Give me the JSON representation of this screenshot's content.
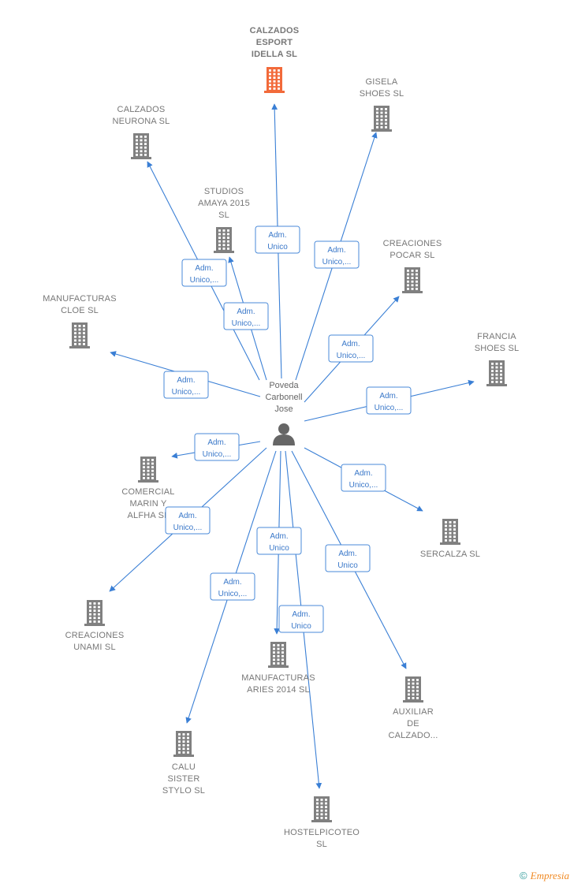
{
  "colors": {
    "building": "#808080",
    "building_highlight": "#f26a3a",
    "edge": "#3a7fd5",
    "person": "#666666"
  },
  "person": {
    "name_lines": [
      "Poveda",
      "Carbonell",
      "Jose"
    ],
    "icon": "person-icon"
  },
  "companies": [
    {
      "id": "calzados-esport-idella",
      "lines": [
        "CALZADOS",
        "ESPORT",
        "IDELLA  SL"
      ],
      "highlight": true
    },
    {
      "id": "gisela-shoes",
      "lines": [
        "GISELA",
        "SHOES  SL"
      ]
    },
    {
      "id": "calzados-neurona",
      "lines": [
        "CALZADOS",
        "NEURONA  SL"
      ]
    },
    {
      "id": "studios-amaya",
      "lines": [
        "STUDIOS",
        "AMAYA 2015",
        "SL"
      ]
    },
    {
      "id": "creaciones-pocar",
      "lines": [
        "CREACIONES",
        "POCAR  SL"
      ]
    },
    {
      "id": "manufacturas-cloe",
      "lines": [
        "MANUFACTURAS",
        "CLOE  SL"
      ]
    },
    {
      "id": "francia-shoes",
      "lines": [
        "FRANCIA",
        "SHOES SL"
      ]
    },
    {
      "id": "comercial-marin",
      "lines": [
        "COMERCIAL",
        "MARIN Y",
        "ALFHA SL"
      ]
    },
    {
      "id": "sercalza",
      "lines": [
        "SERCALZA  SL"
      ]
    },
    {
      "id": "creaciones-unami",
      "lines": [
        "CREACIONES",
        "UNAMI  SL"
      ]
    },
    {
      "id": "manufacturas-aries",
      "lines": [
        "MANUFACTURAS",
        "ARIES 2014  SL"
      ]
    },
    {
      "id": "auxiliar-calzado",
      "lines": [
        "AUXILIAR",
        "DE",
        "CALZADO..."
      ]
    },
    {
      "id": "calu-sister",
      "lines": [
        "CALU",
        "SISTER",
        "STYLO  SL"
      ]
    },
    {
      "id": "hostelpicoteo",
      "lines": [
        "HOSTELPICOTEO",
        "SL"
      ]
    }
  ],
  "edges": [
    {
      "target": "calzados-esport-idella",
      "label": [
        "Adm.",
        "Unico"
      ]
    },
    {
      "target": "gisela-shoes",
      "label": [
        "Adm.",
        "Unico,..."
      ]
    },
    {
      "target": "calzados-neurona",
      "label": [
        "Adm.",
        "Unico,..."
      ]
    },
    {
      "target": "studios-amaya",
      "label": [
        "Adm.",
        "Unico,..."
      ]
    },
    {
      "target": "creaciones-pocar",
      "label": [
        "Adm.",
        "Unico,..."
      ]
    },
    {
      "target": "manufacturas-cloe",
      "label": [
        "Adm.",
        "Unico,..."
      ]
    },
    {
      "target": "francia-shoes",
      "label": [
        "Adm.",
        "Unico,..."
      ]
    },
    {
      "target": "comercial-marin",
      "label": [
        "Adm.",
        "Unico,..."
      ]
    },
    {
      "target": "sercalza",
      "label": [
        "Adm.",
        "Unico,..."
      ]
    },
    {
      "target": "creaciones-unami",
      "label": [
        "Adm.",
        "Unico,..."
      ]
    },
    {
      "target": "manufacturas-aries",
      "label": [
        "Adm.",
        "Unico"
      ]
    },
    {
      "target": "auxiliar-calzado",
      "label": [
        "Adm.",
        "Unico"
      ]
    },
    {
      "target": "calu-sister",
      "label": [
        "Adm.",
        "Unico,..."
      ]
    },
    {
      "target": "hostelpicoteo",
      "label": [
        "Adm.",
        "Unico"
      ]
    }
  ],
  "footer": {
    "copyright": "©",
    "brand": "Empresia"
  }
}
